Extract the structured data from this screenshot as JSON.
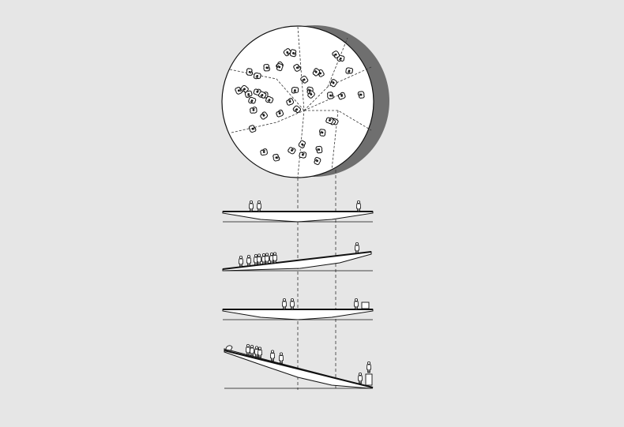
{
  "colors": {
    "background": "#e6e6e6",
    "disc_fill": "#ffffff",
    "disc_shadow": "#6f6f6f",
    "line": "#1a1a1a",
    "dashed_line": "#333333",
    "deck_fill": "#ffffff"
  },
  "diagram": {
    "plan_view": {
      "figure_count": 46,
      "dashed_section_lines": true
    },
    "sections": [
      {
        "name": "flat",
        "figure_count": 3
      },
      {
        "name": "tilted-gentle",
        "figure_count": 9
      },
      {
        "name": "flat-with-object",
        "figure_count": 3
      },
      {
        "name": "tilted-steep",
        "figure_count": 9
      }
    ]
  }
}
